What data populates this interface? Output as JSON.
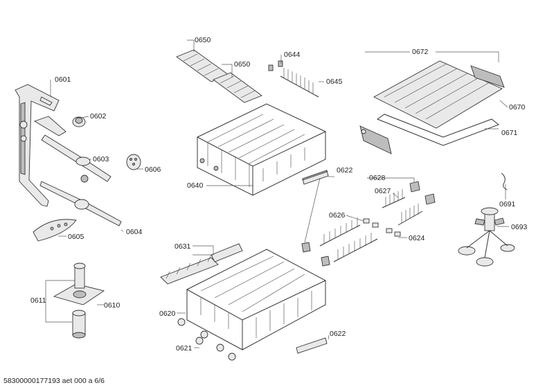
{
  "footer_code": "58300000177193 aet 000 a 6/6",
  "labels": {
    "p0601": "0601",
    "p0602": "0602",
    "p0603": "0603",
    "p0604": "0604",
    "p0605": "0605",
    "p0606": "0606",
    "p0610": "0610",
    "p0611": "0611",
    "p0620": "0620",
    "p0621": "0621",
    "p0622a": "0622",
    "p0622b": "0622",
    "p0624": "0624",
    "p0626": "0626",
    "p0627": "0627",
    "p0628": "0628",
    "p0631": "0631",
    "p0640": "0640",
    "p0644": "0644",
    "p0645": "0645",
    "p0650a": "0650",
    "p0650b": "0650",
    "p0670": "0670",
    "p0671": "0671",
    "p0672": "0672",
    "p0691": "0691",
    "p0693": "0693"
  }
}
